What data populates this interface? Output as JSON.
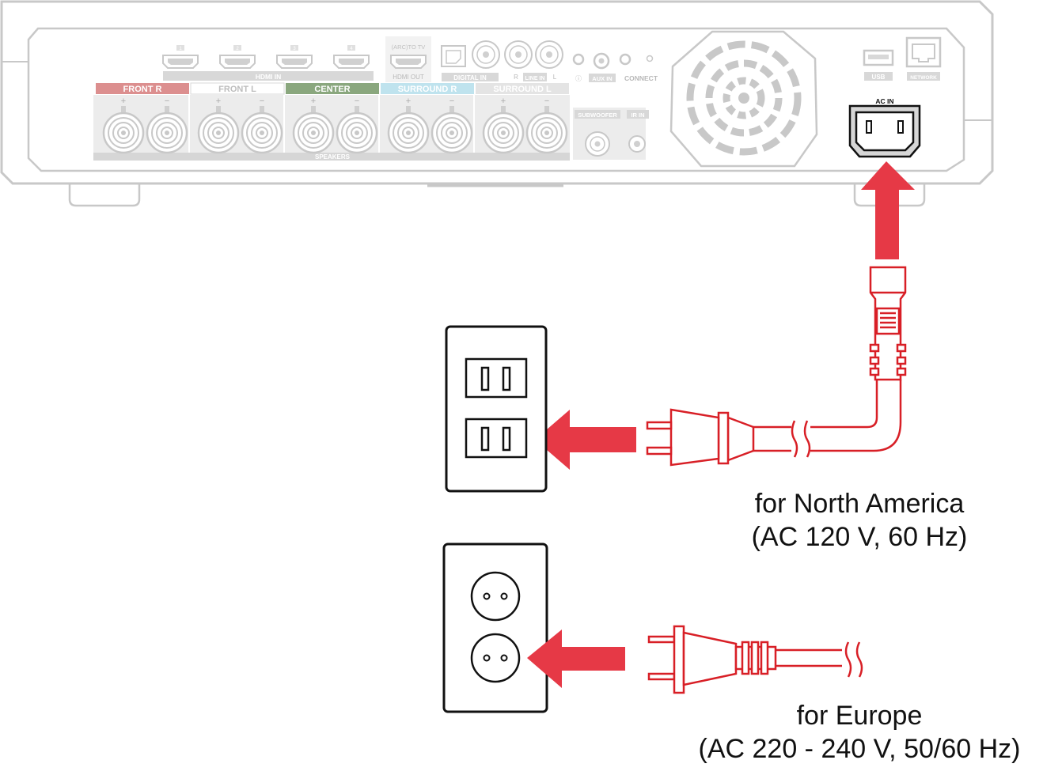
{
  "device": {
    "hdmi_in_ports": [
      "1",
      "2",
      "3",
      "4"
    ],
    "hdmi_in_label": "HDMI IN",
    "hdmi_out_top": "(ARC)TO TV",
    "hdmi_out_label": "HDMI OUT",
    "digital_in_label": "DIGITAL IN",
    "line_in_r": "R",
    "line_in_label": "LINE IN",
    "line_in_l": "L",
    "aux_in_label": "AUX IN",
    "connect_label": "CONNECT",
    "usb_label": "USB",
    "network_label": "NETWORK",
    "ac_in_label": "AC IN",
    "subwoofer_label": "SUBWOOFER",
    "ir_in_label": "IR IN",
    "speakers_label": "SPEAKERS",
    "plus_sign": "+",
    "minus_sign": "−",
    "speaker_groups": [
      {
        "label": "FRONT R",
        "color": "#dc8f8f"
      },
      {
        "label": "FRONT L",
        "color": "#ffffff"
      },
      {
        "label": "CENTER",
        "color": "#8aa77e"
      },
      {
        "label": "SURROUND R",
        "color": "#bfe3ee"
      },
      {
        "label": "SURROUND L",
        "color": "#e4e4e4"
      }
    ]
  },
  "captions": {
    "north_america_line1": "for North America",
    "north_america_line2": "(AC 120 V, 60 Hz)",
    "europe_line1": "for Europe",
    "europe_line2": "(AC 220 - 240 V, 50/60 Hz)"
  },
  "colors": {
    "arrow_red": "#e63946",
    "cord_red": "#d81f26",
    "device_gray": "#c8c8c8",
    "outline_black": "#111111"
  }
}
